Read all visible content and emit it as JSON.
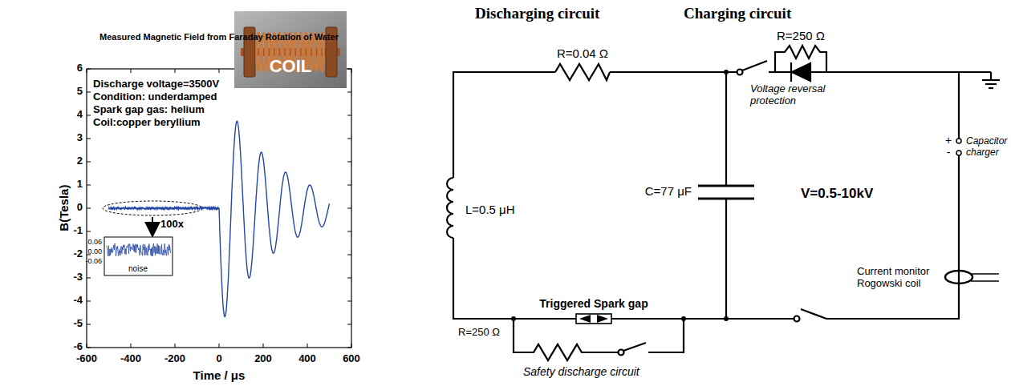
{
  "diagram": {
    "labels": [
      "Measured Magnetic Field from Faraday Rotation of Water",
      "Discharge voltage=3500V",
      "Condition: underdamped",
      "Spark gap gas: helium",
      "Coil:copper beryllium",
      "COIL",
      "100x",
      "noise",
      "0.06",
      "0.00",
      "-0.06",
      "6",
      "5",
      "4",
      "3",
      "2",
      "1",
      "0",
      "-1",
      "-2",
      "-3",
      "-4",
      "-5",
      "-6",
      "B(Tesla)",
      "-600",
      "-400",
      "-200",
      "0",
      "200",
      "400",
      "600",
      "Time / μs",
      "Discharging circuit",
      "Charging circuit",
      "R=0.04 Ω",
      "R=250 Ω",
      "Voltage reversal protection",
      "C=77 μF",
      "V=0.5-10kV",
      "+",
      "-",
      "Capacitor charger",
      "L=0.5 μH",
      "Current monitor Rogowski coil",
      "Triggered Spark gap",
      "R=250 Ω",
      "Safety discharge circuit"
    ]
  }
}
